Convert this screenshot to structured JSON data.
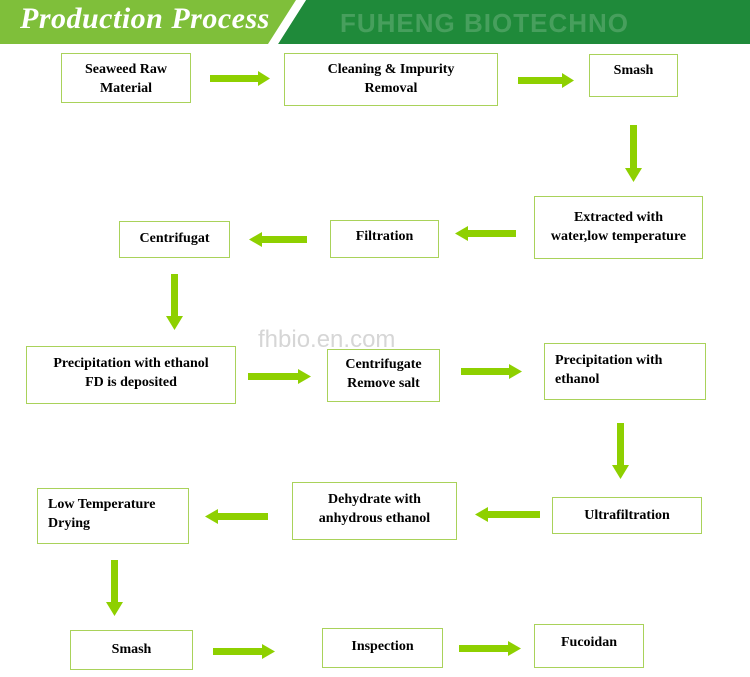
{
  "header": {
    "title": "Production Process",
    "watermark": "FUHENG BIOTECHNO"
  },
  "watermark": "fhbio.en.com",
  "steps": {
    "seaweed": [
      "Seaweed Raw",
      "Material"
    ],
    "cleaning": [
      "Cleaning & Impurity",
      "Removal"
    ],
    "smash1": [
      "Smash"
    ],
    "extracted": [
      "Extracted with",
      "water,low temperature"
    ],
    "filtration": [
      "Filtration"
    ],
    "centrifugat": [
      "Centrifugat"
    ],
    "precip_fd": [
      "Precipitation with ethanol",
      "FD is deposited"
    ],
    "centrifugate": [
      "Centrifugate",
      "Remove salt"
    ],
    "precip2": [
      "Precipitation with",
      "ethanol"
    ],
    "ultrafiltration": [
      "Ultrafiltration"
    ],
    "dehydrate": [
      "Dehydrate with",
      "anhydrous ethanol"
    ],
    "lowtemp": [
      "Low Temperature",
      "Drying"
    ],
    "smash2": [
      "Smash"
    ],
    "inspection": [
      "Inspection"
    ],
    "fucoidan": [
      "Fucoidan"
    ]
  },
  "colors": {
    "banner": "#7fbf3a",
    "arrow": "#8ed000",
    "box_border": "#a9d25a"
  }
}
